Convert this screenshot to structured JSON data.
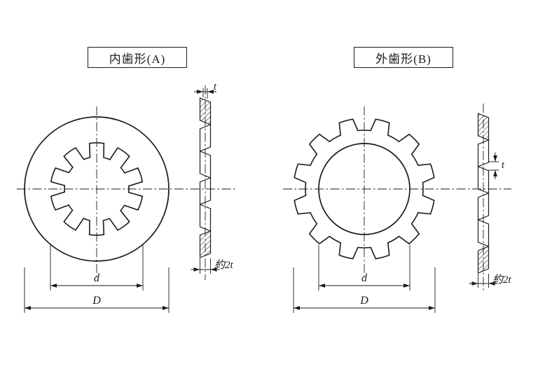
{
  "page": {
    "background": "#ffffff",
    "line_color": "#1b1b1b"
  },
  "left_figure": {
    "title": "内歯形(A)",
    "dims": {
      "t": "t",
      "approx_2t": "約2t",
      "d": "d",
      "D": "D"
    }
  },
  "right_figure": {
    "title": "外歯形(B)",
    "dims": {
      "t": "t",
      "approx_2t": "約2t",
      "d": "d",
      "D": "D"
    }
  }
}
